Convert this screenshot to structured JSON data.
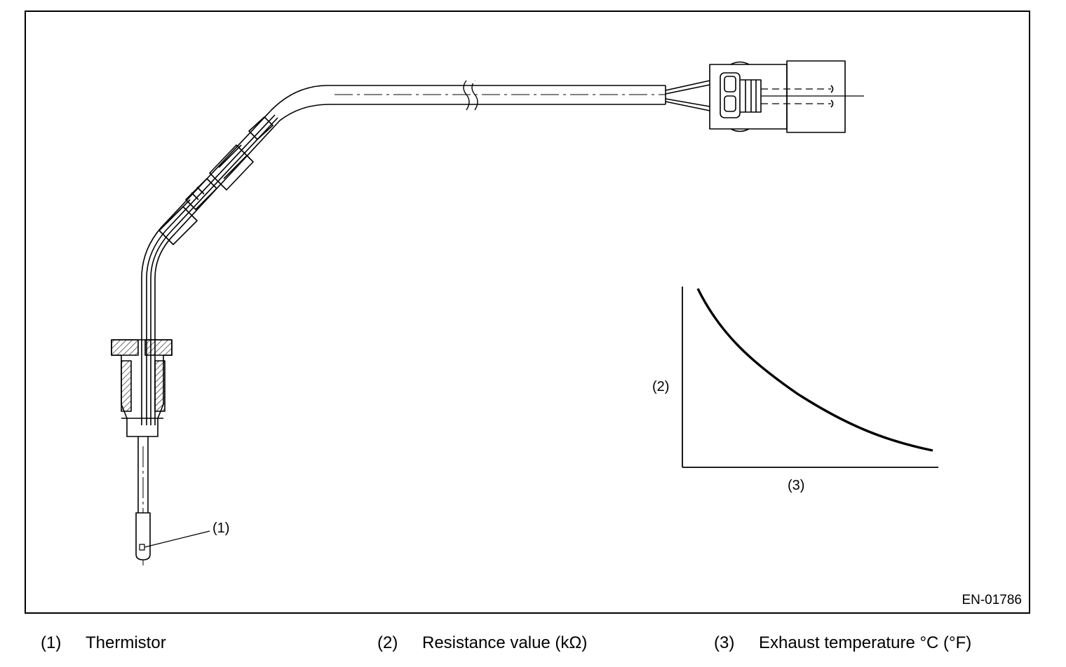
{
  "figure": {
    "id": "EN-01786",
    "callout_thermistor": "(1)",
    "graph": {
      "y_label": "(2)",
      "x_label": "(3)"
    }
  },
  "legend": [
    {
      "number": "(1)",
      "label": "Thermistor"
    },
    {
      "number": "(2)",
      "label": "Resistance value (kΩ)"
    },
    {
      "number": "(3)",
      "label": "Exhaust temperature °C (°F)"
    }
  ]
}
